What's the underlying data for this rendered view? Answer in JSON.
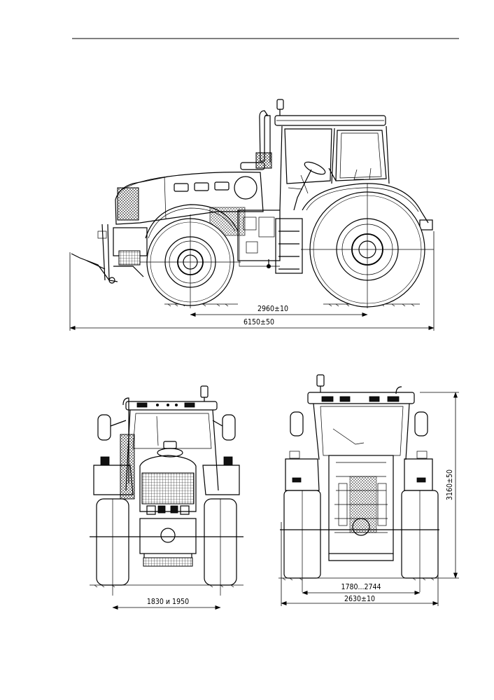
{
  "dimensions": {
    "wheelbase": "2960±10",
    "overall_length": "6150±50",
    "front_track": "1830 и 1950",
    "rear_track": "1780...2744",
    "overall_width": "2630±10",
    "overall_height": "3160±50"
  }
}
